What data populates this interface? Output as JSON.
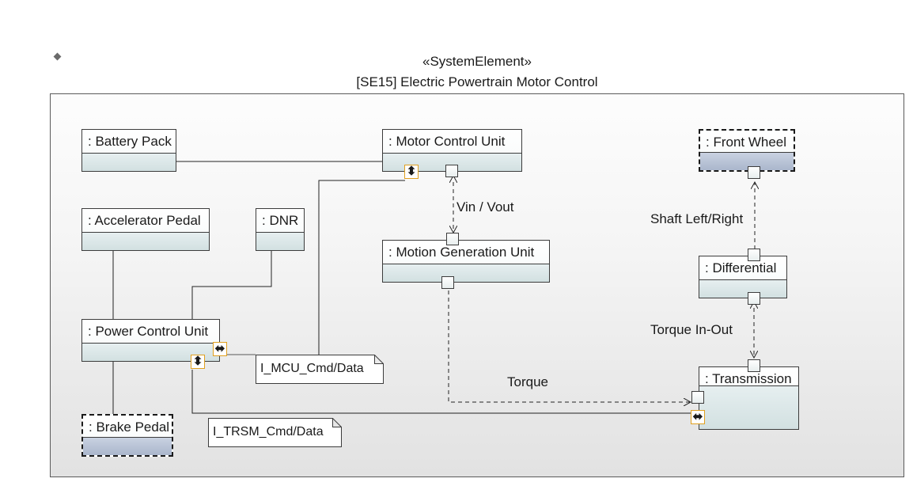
{
  "frame": {
    "stereotype": "«SystemElement»",
    "title": "[SE15] Electric Powertrain Motor Control"
  },
  "parts": {
    "battery_pack": ": Battery Pack",
    "motor_control_unit": ": Motor Control Unit",
    "front_wheel": ": Front Wheel",
    "accelerator_pedal": ": Accelerator Pedal",
    "dnr": ": DNR",
    "motion_generation_unit": ": Motion Generation Unit",
    "differential": ": Differential",
    "power_control_unit": ": Power Control Unit",
    "transmission": ": Transmission",
    "brake_pedal": ": Brake Pedal"
  },
  "flows": {
    "vin_vout": "Vin / Vout",
    "shaft": "Shaft Left/Right",
    "torque_in_out": "Torque In-Out",
    "torque": "Torque"
  },
  "interfaces": {
    "mcu_cmd": "I_MCU_Cmd/Data",
    "trsm_cmd": "I_TRSM_Cmd/Data"
  },
  "icons": {
    "updown": "⬍",
    "leftright": "⬌"
  },
  "colors": {
    "external_part_fill": "#aab6cc",
    "part_fill": "#d2e0e1",
    "interface_port_border": "#e0a020"
  }
}
